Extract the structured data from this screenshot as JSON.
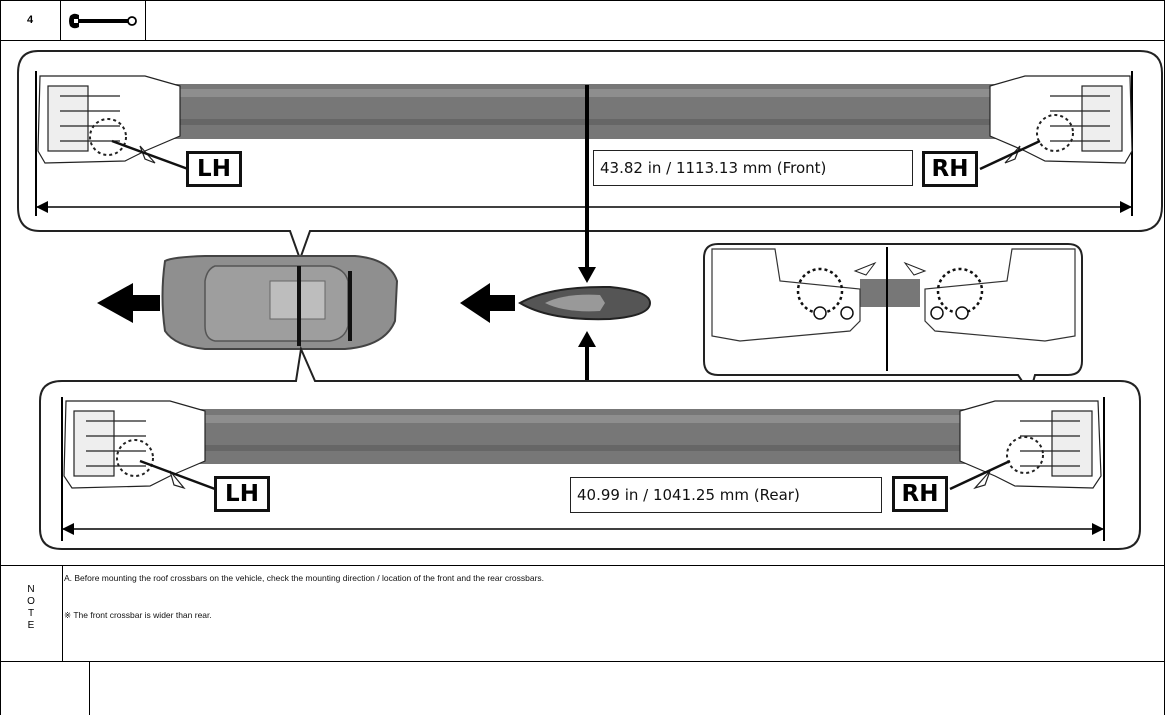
{
  "header": {
    "step_number": "4",
    "tool_icon": "wrench-icon"
  },
  "diagram": {
    "front_dimension": "43.82 in / 1113.13 mm (Front)",
    "rear_dimension": "40.99 in / 1041.25 mm (Rear)",
    "left_label": "LH",
    "right_label": "RH",
    "bar_color": "#7a7a7a"
  },
  "note": {
    "letters": [
      "N",
      "O",
      "T",
      "E"
    ],
    "line_a": "A. Before mounting the roof crossbars on the vehicle, check the mounting direction / location of the front and the rear crossbars.",
    "line_b": "※ The front crossbar is wider than rear."
  }
}
